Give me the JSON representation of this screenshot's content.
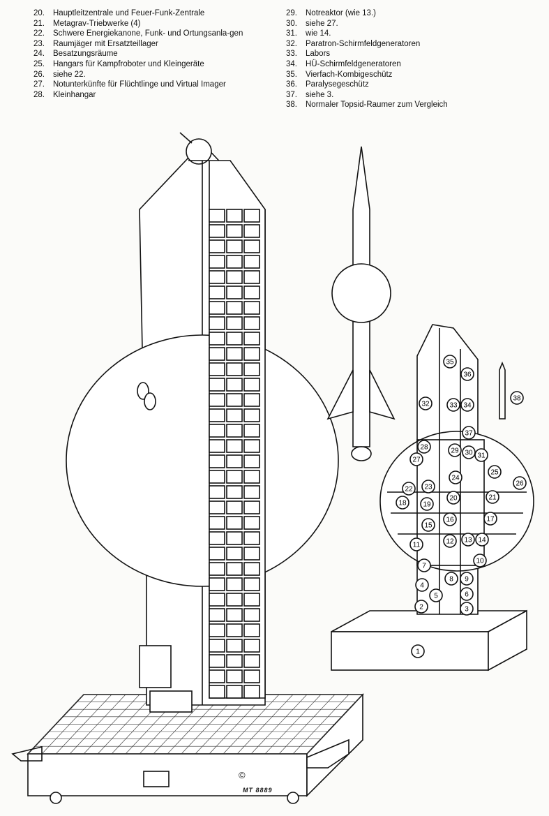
{
  "legend_left": [
    {
      "num": "20.",
      "text": "Hauptleitzentrale und Feuer-Funk-Zentrale"
    },
    {
      "num": "21.",
      "text": "Metagrav-Triebwerke (4)"
    },
    {
      "num": "22.",
      "text": "Schwere Energiekanone, Funk- und Ortungsanla-gen"
    },
    {
      "num": "23.",
      "text": "Raumjäger mit Ersatzteillager"
    },
    {
      "num": "24.",
      "text": "Besatzungsräume"
    },
    {
      "num": "25.",
      "text": "Hangars für Kampfroboter und Kleingeräte"
    },
    {
      "num": "26.",
      "text": "siehe 22."
    },
    {
      "num": "27.",
      "text": "Notunterkünfte für Flüchtlinge und Virtual Imager"
    },
    {
      "num": "28.",
      "text": "Kleinhangar"
    }
  ],
  "legend_right": [
    {
      "num": "29.",
      "text": "Notreaktor (wie 13.)"
    },
    {
      "num": "30.",
      "text": "siehe 27."
    },
    {
      "num": "31.",
      "text": "wie 14."
    },
    {
      "num": "32.",
      "text": "Paratron-Schirmfeldgeneratoren"
    },
    {
      "num": "33.",
      "text": "Labors"
    },
    {
      "num": "34.",
      "text": "HÜ-Schirmfeldgeneratoren"
    },
    {
      "num": "35.",
      "text": "Vierfach-Kombigeschütz"
    },
    {
      "num": "36.",
      "text": "Paralysegeschütz"
    },
    {
      "num": "37.",
      "text": "siehe 3."
    },
    {
      "num": "38.",
      "text": "Normaler Topsid-Raumer zum Vergleich"
    }
  ],
  "diagram_labels": [
    "1",
    "2",
    "3",
    "4",
    "5",
    "6",
    "7",
    "8",
    "9",
    "10",
    "11",
    "12",
    "13",
    "14",
    "15",
    "16",
    "17",
    "18",
    "19",
    "20",
    "21",
    "22",
    "23",
    "24",
    "25",
    "26",
    "27",
    "28",
    "29",
    "30",
    "31",
    "32",
    "33",
    "34",
    "35",
    "36",
    "37",
    "38"
  ],
  "copyright": "©",
  "signature": "MT 8889"
}
